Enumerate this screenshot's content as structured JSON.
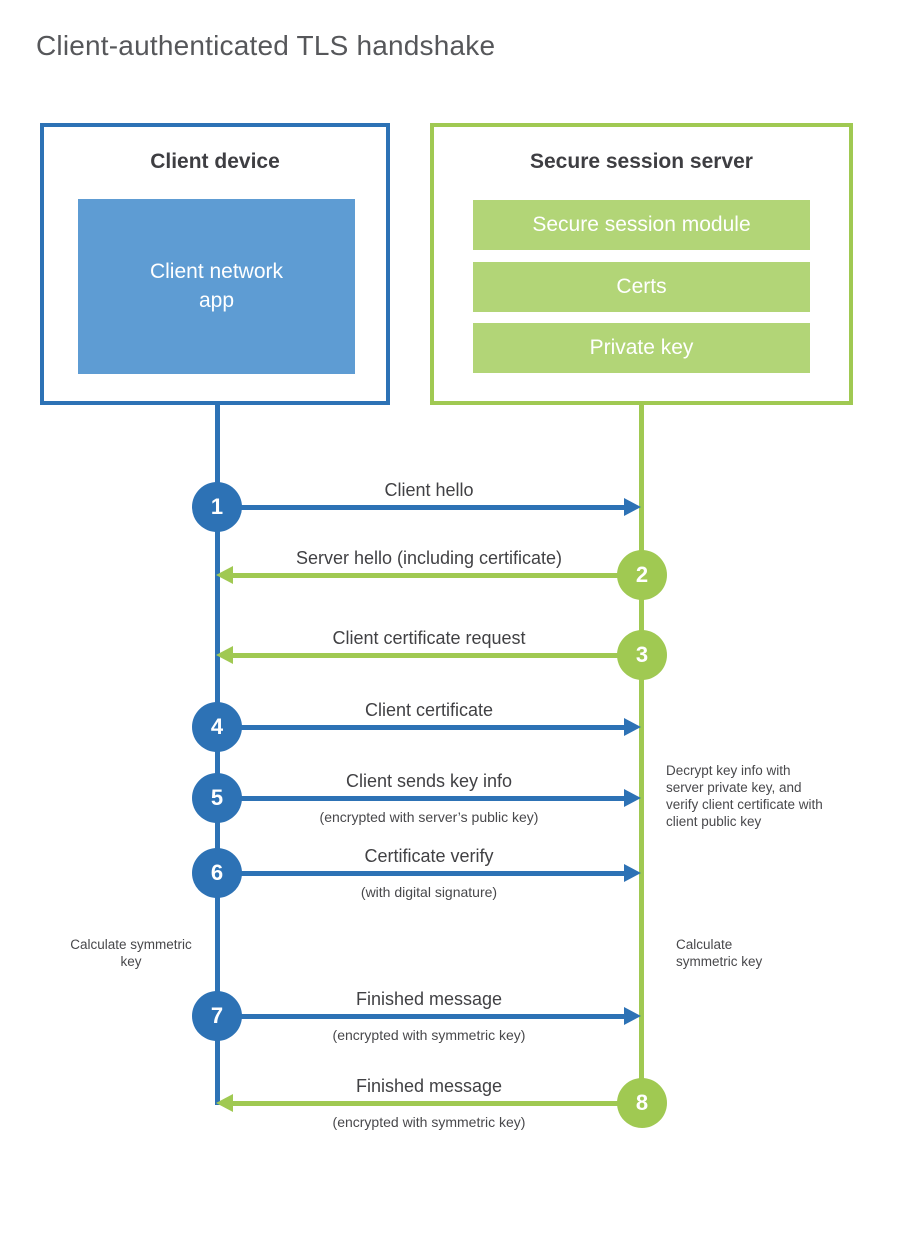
{
  "title": "Client-authenticated TLS handshake",
  "colors": {
    "blue": "#2D72B5",
    "blue_light": "#5E9CD3",
    "green": "#A0C952",
    "green_light": "#B2D577"
  },
  "client": {
    "title": "Client device",
    "app_label": "Client network app"
  },
  "server": {
    "title": "Secure session server",
    "modules": [
      "Secure session module",
      "Certs",
      "Private key"
    ]
  },
  "messages": [
    {
      "num": "1",
      "from": "client",
      "to": "server",
      "label": "Client hello",
      "sub": ""
    },
    {
      "num": "2",
      "from": "server",
      "to": "client",
      "label": "Server hello (including certificate)",
      "sub": ""
    },
    {
      "num": "3",
      "from": "server",
      "to": "client",
      "label": "Client certificate request",
      "sub": ""
    },
    {
      "num": "4",
      "from": "client",
      "to": "server",
      "label": "Client certificate",
      "sub": ""
    },
    {
      "num": "5",
      "from": "client",
      "to": "server",
      "label": "Client sends key info",
      "sub": "(encrypted with server’s public key)"
    },
    {
      "num": "6",
      "from": "client",
      "to": "server",
      "label": "Certificate verify",
      "sub": "(with digital signature)"
    },
    {
      "num": "7",
      "from": "client",
      "to": "server",
      "label": "Finished message",
      "sub": "(encrypted with symmetric key)"
    },
    {
      "num": "8",
      "from": "server",
      "to": "client",
      "label": "Finished message",
      "sub": "(encrypted with symmetric key)"
    }
  ],
  "annotations": {
    "decrypt_note": "Decrypt key info with server private key, and verify client certificate with client public key",
    "calc_key_left": "Calculate symmetric key",
    "calc_key_right": "Calculate symmetric key"
  }
}
